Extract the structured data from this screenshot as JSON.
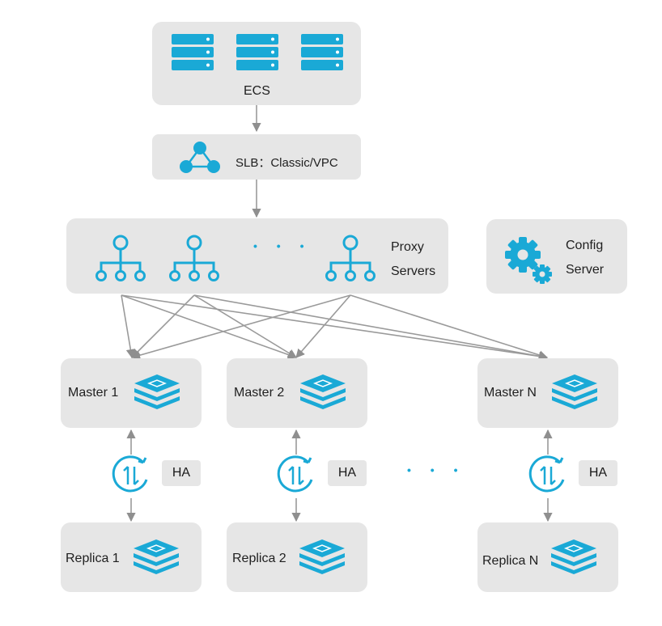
{
  "colors": {
    "accent": "#1aa9d6",
    "box": "#e6e6e6",
    "line": "#9a9a9a"
  },
  "ecs": {
    "label": "ECS",
    "icon": "server-rack-icon"
  },
  "slb": {
    "label": "SLB：Classic/VPC",
    "icon": "load-balancer-icon"
  },
  "proxy": {
    "line1": "Proxy",
    "line2": "Servers",
    "icon": "proxy-tree-icon",
    "ellipsis": "• • •"
  },
  "config": {
    "line1": "Config",
    "line2": "Server",
    "icon": "gear-icon"
  },
  "masters": [
    {
      "label": "Master 1"
    },
    {
      "label": "Master 2"
    },
    {
      "label": "Master N"
    }
  ],
  "replicas": [
    {
      "label": "Replica 1"
    },
    {
      "label": "Replica 2"
    },
    {
      "label": "Replica N"
    }
  ],
  "ha": {
    "label": "HA",
    "icon": "ha-switch-icon"
  },
  "node_ellipsis": "• • •"
}
